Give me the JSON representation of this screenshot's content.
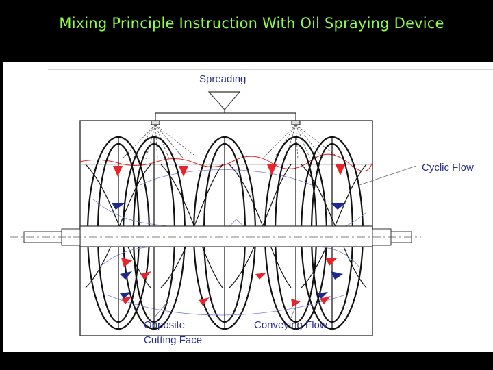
{
  "slide": {
    "title": "Mixing Principle Instruction With Oil Spraying Device"
  },
  "diagram": {
    "labels": {
      "spreading": "Spreading",
      "cyclic_flow": "Cyclic Flow",
      "opposite_line1": "Opposite",
      "opposite_line2": "Cutting Face",
      "conveying_flow": "Conveying Flow"
    },
    "colors": {
      "background": "#000000",
      "title": "#8cff4a",
      "panel": "#ffffff",
      "line": "#1a1a1a",
      "red_arrow": "#e8232a",
      "blue_arrow": "#1b2a8e",
      "flow_curve": "#7a7fcf",
      "label_text": "#2a2e8c"
    }
  }
}
